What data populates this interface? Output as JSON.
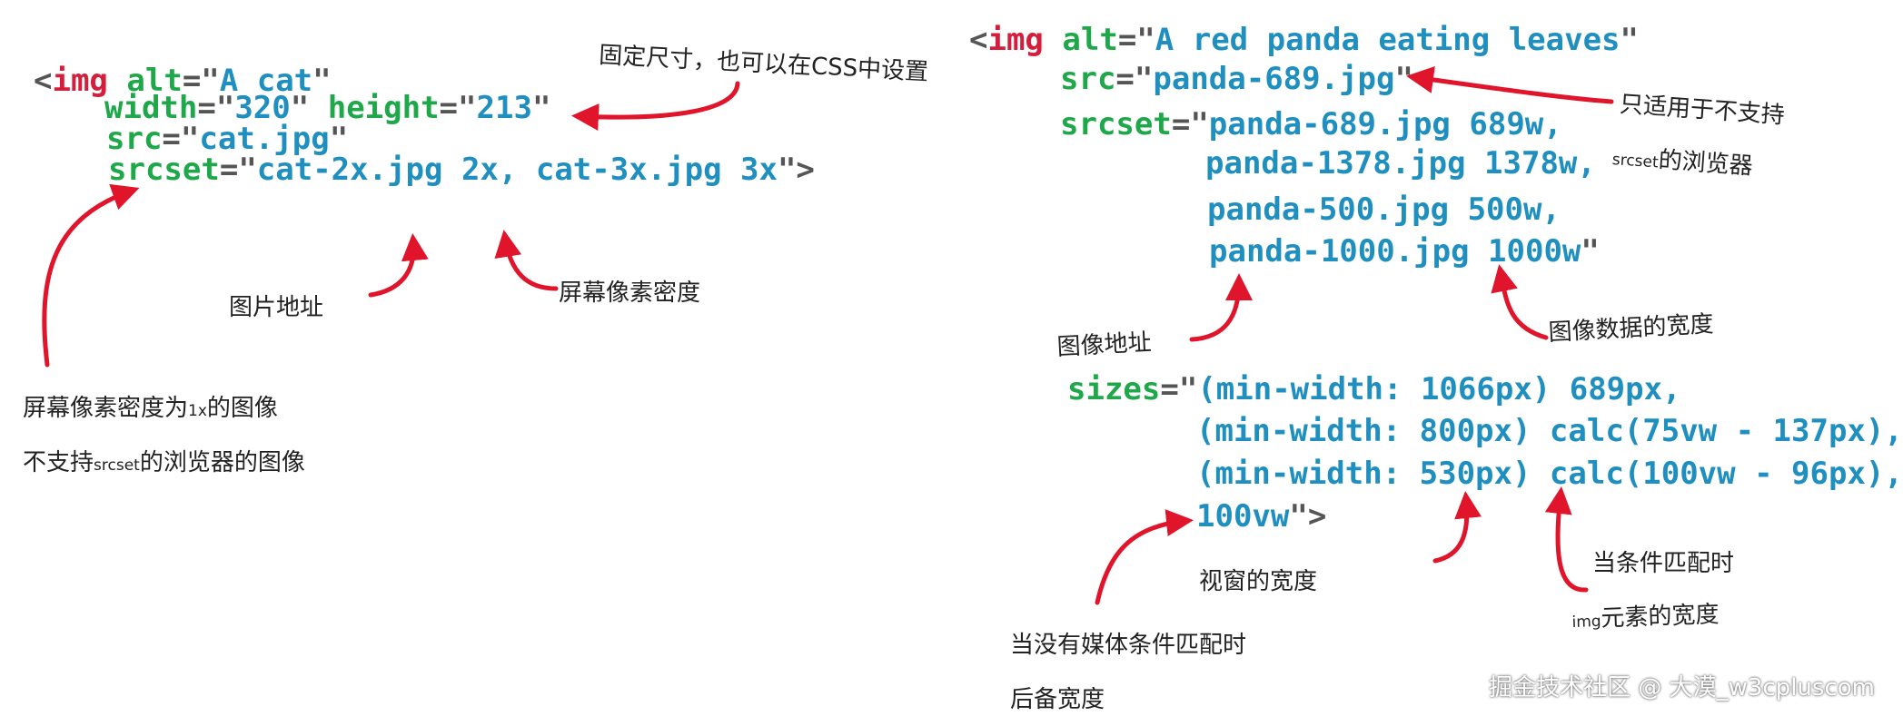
{
  "left_code": {
    "lt": "<",
    "img": "img",
    "alt_attr": "alt",
    "eq": "=",
    "quote": "\"",
    "alt_val": "A cat",
    "width_attr": "width",
    "width_val": "320",
    "height_attr": "height",
    "height_val": "213",
    "src_attr": "src",
    "src_val": "cat.jpg",
    "srcset_attr": "srcset",
    "srcset_val": "cat-2x.jpg 2x, cat-3x.jpg 3x",
    "close": "\">"
  },
  "right_code": {
    "lt": "<",
    "img": "img",
    "alt_attr": "alt",
    "alt_val": "A red panda eating leaves",
    "src_attr": "src",
    "src_val": "panda-689.jpg",
    "srcset_attr": "srcset",
    "srcset_lines": [
      "panda-689.jpg 689w,",
      "panda-1378.jpg 1378w,",
      "panda-500.jpg 500w,",
      "panda-1000.jpg 1000w"
    ],
    "sizes_attr": "sizes",
    "sizes_lines": [
      "(min-width: 1066px) 689px,",
      "(min-width: 800px) calc(75vw - 137px),",
      "(min-width: 530px) calc(100vw - 96px),",
      "100vw"
    ],
    "close": "\">"
  },
  "annotations": {
    "fixed_size": "固定尺寸，也可以在CSS中设置",
    "image_url_left": "图片地址",
    "pixel_density": "屏幕像素密度",
    "fallback_1x_line1_a": "屏幕像素密度为",
    "fallback_1x_line1_small": "1x",
    "fallback_1x_line1_b": "的图像",
    "fallback_1x_line2_a": "不支持",
    "fallback_1x_line2_small": "srcset",
    "fallback_1x_line2_b": "的浏览器的图像",
    "only_for_unsupported_line1": "只适用于不支持",
    "only_for_unsupported_small": "srcset",
    "only_for_unsupported_line2": "的浏览器",
    "image_url_right": "图像地址",
    "image_data_width": "图像数据的宽度",
    "viewport_width": "视窗的宽度",
    "when_condition_matches": "当条件匹配时",
    "img_element_small": "img",
    "img_element_width": "元素的宽度",
    "no_media_match_line1": "当没有媒体条件匹配时",
    "no_media_match_line2": "后备宽度"
  },
  "watermark": "掘金技术社区 @ 大漠_w3cpluscom",
  "colors": {
    "tag": "#d41e3c",
    "attribute": "#1ea84a",
    "value": "#1f8fbf",
    "arrow": "#e0142a"
  }
}
